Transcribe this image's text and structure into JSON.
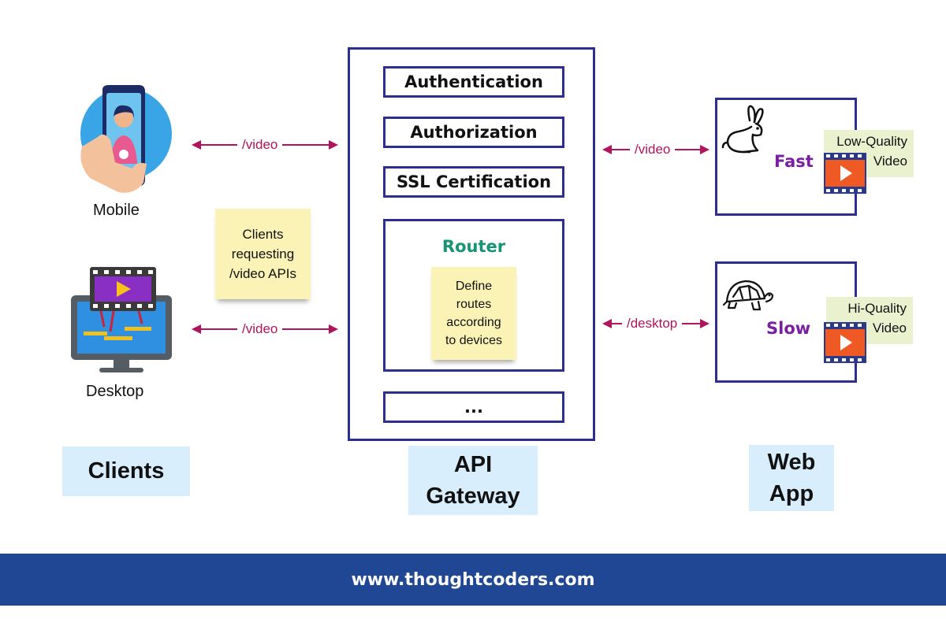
{
  "clients": {
    "mobile_label": "Mobile",
    "desktop_label": "Desktop",
    "note": "Clients\nrequesting\n/video APIs",
    "section_label": "Clients"
  },
  "arrows": {
    "mobile_route": "/video",
    "desktop_route": "/video",
    "fast_route": "/video",
    "slow_route": "/desktop"
  },
  "gateway": {
    "items": [
      "Authentication",
      "Authorization",
      "SSL Certification"
    ],
    "router_title": "Router",
    "router_note": "Define\nroutes\naccording\nto devices",
    "more": "...",
    "section_label": "API\nGateway"
  },
  "webapp": {
    "fast_label": "Fast",
    "fast_quality": "Low-Quality\nVideo",
    "slow_label": "Slow",
    "slow_quality": "Hi-Quality\nVideo",
    "section_label": "Web\nApp"
  },
  "footer": {
    "url": "www.thoughtcoders.com"
  },
  "colors": {
    "border": "#2d2e8f",
    "arrow": "#b0145c",
    "router": "#169474",
    "speed": "#7a1fa2",
    "note": "#fbf3b5",
    "section": "#d9eefc",
    "footer": "#1f4793"
  }
}
